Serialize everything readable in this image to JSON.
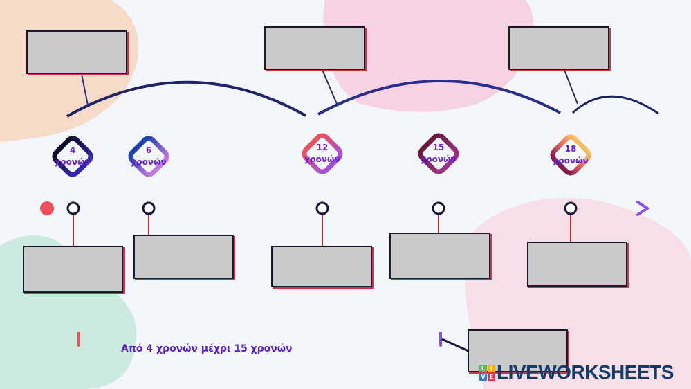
{
  "milestones": [
    {
      "age": "4",
      "unit": "χρονών"
    },
    {
      "age": "6",
      "unit": "χρονών"
    },
    {
      "age": "12",
      "unit": "χρονών"
    },
    {
      "age": "15",
      "unit": "χρονών"
    },
    {
      "age": "18",
      "unit": "χρονών"
    }
  ],
  "range_label": "Από 4 χρονών μέχρι 15 χρονών",
  "logo": {
    "text": "LIVEWORKSHEETS",
    "tiles": [
      "L",
      "I",
      "V",
      "E"
    ]
  },
  "colors": {
    "accent": "#6a22d8",
    "timeline_start": "#f0505a",
    "timeline_end": "#8a4ff0",
    "box_fill": "#c8cbc9"
  }
}
